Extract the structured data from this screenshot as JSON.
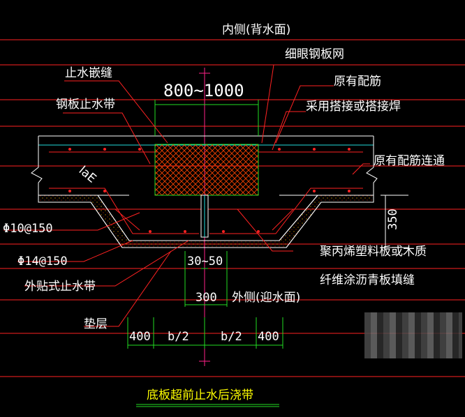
{
  "labels": {
    "inner_side": "内侧(背水面)",
    "fine_mesh": "细眼钢板网",
    "water_stop_seam": "止水嵌缝",
    "span_dim": "800~1000",
    "existing_rebar": "原有配筋",
    "lap_weld": "采用搭接或搭接焊",
    "steel_waterstop": "钢板止水带",
    "existing_rebar_cont": "原有配筋连通",
    "lae": "laE",
    "rebar_10": "Φ10@150",
    "depth_350": "350",
    "rebar_14": "Φ14@150",
    "gap_30_50": "30~50",
    "pp_board": "聚丙烯塑料板或木质",
    "fiber_board": "纤维涂沥青板填缝",
    "external_waterstop": "外贴式止水带",
    "width_300": "300",
    "outer_side": "外侧(迎水面)",
    "cushion": "垫层",
    "dim_400_left": "400",
    "dim_b2_left": "b/2",
    "dim_b2_right": "b/2",
    "dim_400_right": "400",
    "drawing_title": "底板超前止水后浇带"
  },
  "colors": {
    "background": "#000000",
    "leader_lines": "#ff2222",
    "dimension_lines": "#22dd22",
    "concrete_hatch": "#ff4400",
    "slab_outline": "#22dddd",
    "title": "#ffff00",
    "text": "#ffffff"
  }
}
